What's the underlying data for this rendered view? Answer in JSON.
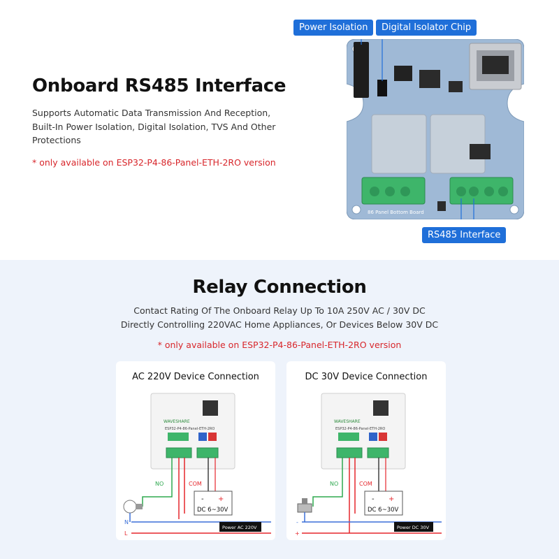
{
  "top": {
    "title": "Onboard RS485 Interface",
    "description": "Supports Automatic Data Transmission And Reception, Built-In Power Isolation, Digital Isolation, TVS And Other Protections",
    "note": "* only available on ESP32-P4-86-Panel-ETH-2RO version",
    "callouts": {
      "power_isolation": "Power Isolation",
      "digital_isolator": "Digital Isolator Chip",
      "rs485": "RS485 Interface"
    },
    "board_label": "86 Panel Bottom Board"
  },
  "bottom": {
    "title": "Relay Connection",
    "line1": "Contact Rating Of The Onboard Relay Up To 10A 250V AC / 30V DC",
    "line2": "Directly Controlling 220VAC Home Appliances, Or Devices Below 30V DC",
    "note": "* only available on ESP32-P4-86-Panel-ETH-2RO version",
    "cards": [
      {
        "title": "AC 220V Device Connection",
        "brand": "WAVESHARE",
        "model": "ESP32-P4-86-Panel-ETH-2RO",
        "no_label": "NO",
        "com_label": "COM",
        "supply_label": "DC 6~30V",
        "supply_minus": "-",
        "supply_plus": "+",
        "line_a": "N",
        "line_b": "L",
        "power_label": "Power AC 220V"
      },
      {
        "title": "DC 30V Device Connection",
        "brand": "WAVESHARE",
        "model": "ESP32-P4-86-Panel-ETH-2RO",
        "no_label": "NO",
        "com_label": "COM",
        "supply_label": "DC 6~30V",
        "supply_minus": "-",
        "supply_plus": "+",
        "line_a": "-",
        "line_b": "+",
        "power_label": "Power DC 30V"
      }
    ]
  },
  "colors": {
    "accent_blue": "#1f6fd9",
    "note_red": "#d8262b",
    "board_blue": "#9fb9d6",
    "terminal_green": "#3eb56a",
    "wire_green": "#2fa84f",
    "wire_red": "#e5262b",
    "wire_blue": "#3a6fd8"
  }
}
